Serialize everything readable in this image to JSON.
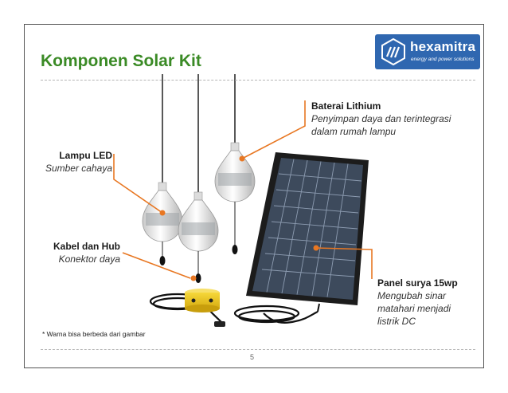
{
  "slide": {
    "title": "Komponen Solar Kit",
    "page_number": "5",
    "footnote": "* Warna bisa berbeda dari gambar"
  },
  "logo": {
    "name": "hexamitra",
    "tagline": "energy and power solutions",
    "icon": "hexagon-sun-icon",
    "color": "#2f67b0"
  },
  "components": [
    {
      "heading": "Lampu LED",
      "description_lines": [
        "Sumber cahaya"
      ]
    },
    {
      "heading": "Kabel dan Hub",
      "description_lines": [
        "Konektor daya"
      ]
    },
    {
      "heading": "Baterai Lithium",
      "description_lines": [
        "Penyimpan daya dan terintegrasi",
        "dalam rumah lampu"
      ]
    },
    {
      "heading": "Panel surya 15wp",
      "description_lines": [
        "Mengubah sinar",
        "matahari menjadi",
        "listrik DC"
      ]
    }
  ],
  "colors": {
    "title": "#3a8a25",
    "callout": "#e87722"
  }
}
